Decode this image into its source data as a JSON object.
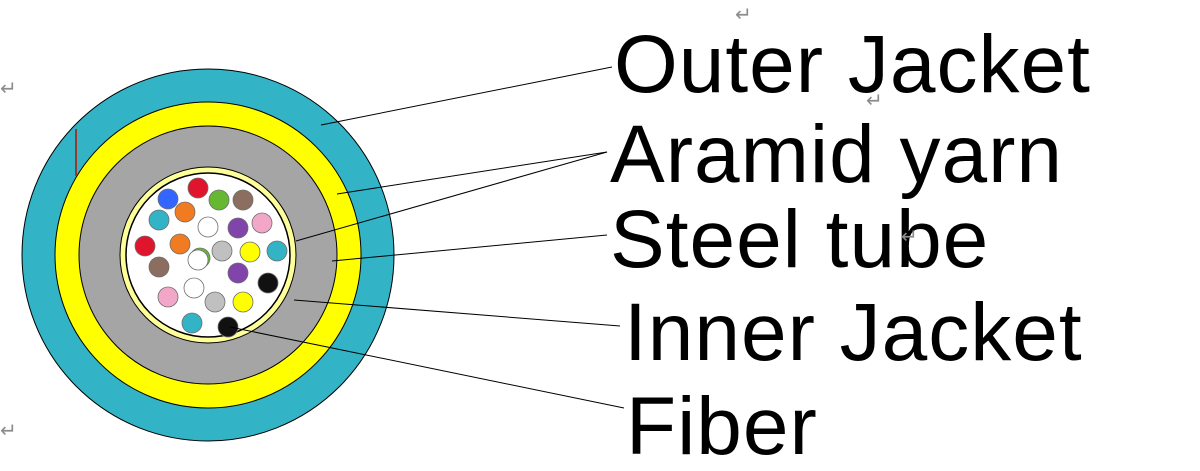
{
  "labels": {
    "outer_jacket": "Outer Jacket",
    "aramid_yarn": "Aramid yarn",
    "steel_tube": "Steel tube",
    "inner_jacket": "Inner Jacket",
    "fiber": "Fiber"
  },
  "return_mark": "↵",
  "colors": {
    "outer_jacket": "#33b3c6",
    "aramid_yarn": "#ffff00",
    "steel_tube": "#a5a5a5",
    "inner_jacket": "#ffff99",
    "fiber_bundle_background": "#ffffff",
    "outline": "#000000",
    "leader_lines": "#000000"
  },
  "fibers": [
    {
      "name": "fiber-blue",
      "color": "#3366ff"
    },
    {
      "name": "fiber-red",
      "color": "#e0142c"
    },
    {
      "name": "fiber-green",
      "color": "#66b832"
    },
    {
      "name": "fiber-brown",
      "color": "#8b6e5f"
    },
    {
      "name": "fiber-cyan",
      "color": "#33b3c6"
    },
    {
      "name": "fiber-orange",
      "color": "#f07b21"
    },
    {
      "name": "fiber-white",
      "color": "#ffffff"
    },
    {
      "name": "fiber-purple",
      "color": "#8044aa"
    },
    {
      "name": "fiber-pink",
      "color": "#f2a6c8"
    },
    {
      "name": "fiber-gray",
      "color": "#c0c0c0"
    },
    {
      "name": "fiber-yellow",
      "color": "#ffff00"
    },
    {
      "name": "fiber-black",
      "color": "#111111"
    }
  ]
}
